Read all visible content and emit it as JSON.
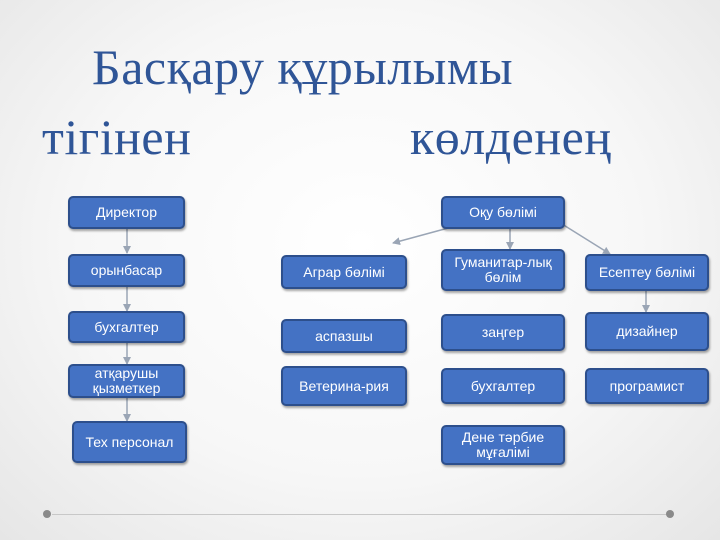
{
  "title": {
    "line1": "Басқару құрылымы",
    "left": "тігінен",
    "right": "көлденең"
  },
  "vertical": [
    "Директор",
    "орынбасар",
    "бухгалтер",
    "атқарушы қызметкер",
    "Тех персонал"
  ],
  "horizontal": {
    "root": "Оқу бөлімі",
    "departments": [
      "Аграр бөлімі",
      "Гуманитар-лық бөлім",
      "Есептеу бөлімі"
    ],
    "agrar_staff": [
      "аспазшы",
      "Ветерина-рия"
    ],
    "humanitarian_staff": [
      "заңгер",
      "бухгалтер",
      "Дене тәрбие мұғалімі"
    ],
    "computing_staff": [
      "дизайнер",
      "програмист"
    ]
  },
  "colors": {
    "box_fill": "#4472c4",
    "box_border": "#2d4f8c",
    "title": "#2f5597",
    "arrow": "#9aa5b5"
  }
}
